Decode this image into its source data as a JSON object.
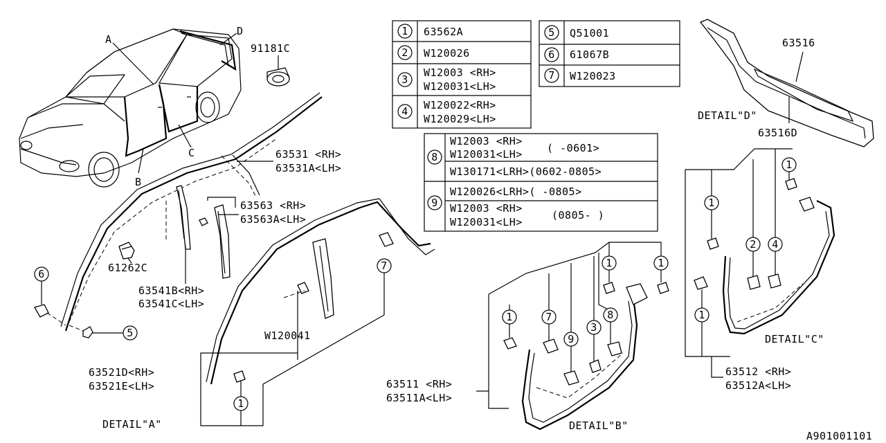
{
  "legend": {
    "table1": [
      {
        "num": "1",
        "lines": [
          "63562A"
        ]
      },
      {
        "num": "2",
        "lines": [
          "W120026"
        ]
      },
      {
        "num": "3",
        "lines": [
          "W12003 <RH>",
          "W120031<LH>"
        ]
      },
      {
        "num": "4",
        "lines": [
          "W120022<RH>",
          "W120029<LH>"
        ]
      }
    ],
    "table2": [
      {
        "num": "5",
        "lines": [
          "Q51001"
        ]
      },
      {
        "num": "6",
        "lines": [
          "61067B"
        ]
      },
      {
        "num": "7",
        "lines": [
          "W120023"
        ]
      }
    ],
    "table3": {
      "num8": "8",
      "row8a_line1": "W12003 <RH>",
      "row8a_line2": "W120031<LH>",
      "row8a_range": "( -0601>",
      "row8b": "W130171<LRH>(0602-0805>",
      "num9": "9",
      "row9a": "W120026<LRH>( -0805>",
      "row9b_line1": "W12003 <RH>",
      "row9b_line2": "W120031<LH>",
      "row9b_range": "(0805- )"
    }
  },
  "car_letters": {
    "a": "A",
    "b": "B",
    "c": "C",
    "d": "D"
  },
  "labels": {
    "p91181c": "91181C",
    "p63531_rh": "63531 <RH>",
    "p63531_lh": "63531A<LH>",
    "p63563_rh": "63563 <RH>",
    "p63563_lh": "63563A<LH>",
    "p61262c": "61262C",
    "p63541_rh": "63541B<RH>",
    "p63541_lh": "63541C<LH>",
    "w120041": "W120041",
    "p63521_rh": "63521D<RH>",
    "p63521_lh": "63521E<LH>",
    "p63511_rh": "63511 <RH>",
    "p63511_lh": "63511A<LH>",
    "p63516": "63516",
    "p63516d": "63516D",
    "p63512_rh": "63512 <RH>",
    "p63512_lh": "63512A<LH>"
  },
  "details": {
    "a": "DETAIL\"A\"",
    "b": "DETAIL\"B\"",
    "c": "DETAIL\"C\"",
    "d": "DETAIL\"D\""
  },
  "callouts": {
    "c6": "6",
    "c5": "5",
    "c7": "7",
    "cA1": "1",
    "cB1a": "1",
    "cB1b": "1",
    "cB1c": "1",
    "cB7": "7",
    "cB9": "9",
    "cB3": "3",
    "cB8": "8",
    "cC1a": "1",
    "cC1b": "1",
    "cC2": "2",
    "cC4": "4",
    "cC1c": "1"
  },
  "drawing_id": "A901001101"
}
